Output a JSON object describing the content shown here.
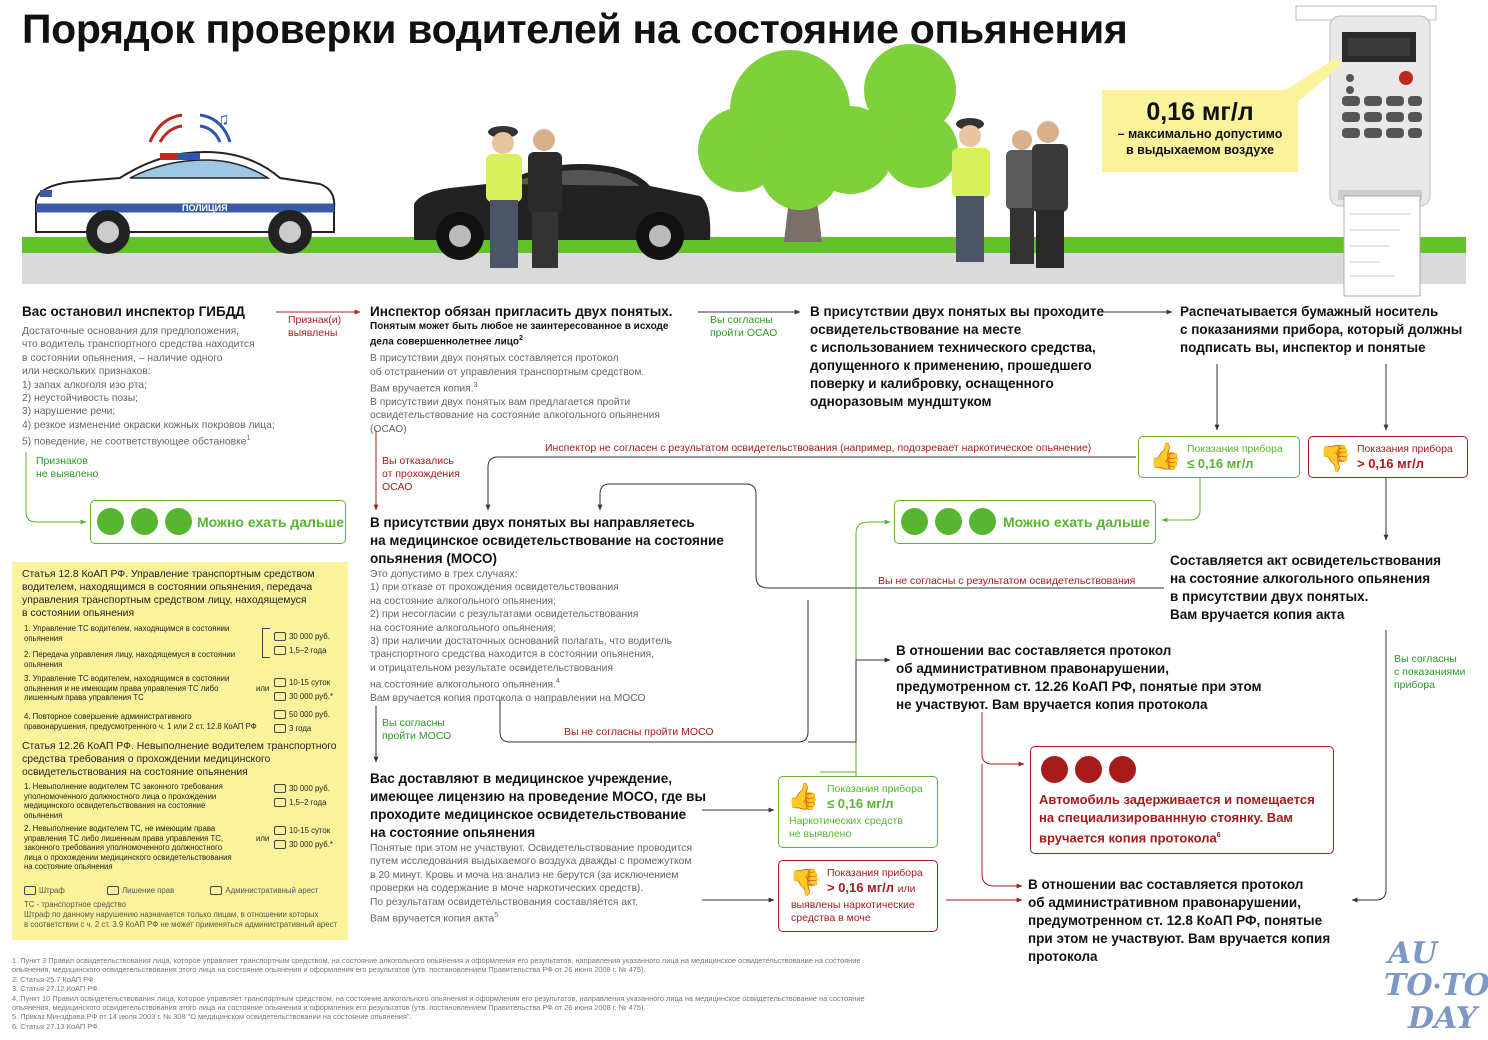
{
  "title": "Порядок проверки водителей на состояние опьянения",
  "car_label": "ПОЛИЦИЯ",
  "limit": {
    "value": "0,16 мг/л",
    "line1": "– максимально допустимо",
    "line2": "в выдыхаемом воздухе"
  },
  "steps": {
    "s1": {
      "header": "Вас остановил инспектор ГИБДД",
      "body": [
        "Достаточные основания для предположения,",
        "что водитель транспортного средства находится",
        "в состоянии опьянения, – наличие одного",
        "или нескольких признаков:",
        "1) запах алкоголя изо рта;",
        "2) неустойчивость позы;",
        "3) нарушение речи;",
        "4) резкое изменение окраски кожных покровов лица;",
        "5) поведение, не соответствующее обстановке"
      ],
      "sup": "1"
    },
    "s2": {
      "header": "Инспектор обязан пригласить двух понятых.",
      "sub1": "Понятым может быть любое не заинтересованное в исходе",
      "sub2": "дела совершеннолетнее лицо",
      "sub_sup": "2",
      "body": [
        "В присутствии двух понятых составляется протокол",
        "об отстранении от управления транспортным средством.",
        "Вам вручается копия."
      ],
      "body_sup": "3",
      "body2": [
        "В присутствии двух понятых вам предлагается пройти",
        "освидетельствование на состояние алкогольного опьянения",
        "(ОСАО)"
      ]
    },
    "s3": {
      "lines": [
        "В присутствии двух понятых вы проходите",
        "освидетельствование на месте",
        "с использованием технического средства,",
        "допущенного к применению, прошедшего",
        "поверку и калибровку, оснащенного",
        "одноразовым мундштуком"
      ]
    },
    "s4": {
      "lines": [
        "Распечатывается бумажный носитель",
        "с показаниями прибора, который должны",
        "подписать вы, инспектор и понятые"
      ]
    },
    "moso": {
      "header": [
        "В присутствии двух понятых вы направляетесь",
        "на медицинское освидетельствование на состояние",
        "опьянения (МОСО)"
      ],
      "body": [
        "Это допустимо в трех случаях:",
        "1) при отказе от прохождения освидетельствования",
        "на состояние алкогольного опьянения;",
        "2) при несогласии с результатами освидетельствования",
        "на состояние алкогольного опьянения;",
        "3) при наличии достаточных оснований полагать, что водитель",
        "транспортного средства находится в состоянии опьянения,",
        "и отрицательном результате освидетельствования",
        "на состояние алкогольного опьянения."
      ],
      "sup": "4",
      "last": "Вам вручается копия протокола о направлении на МОСО"
    },
    "med": {
      "header": [
        "Вас доставляют в медицинское учреждение,",
        "имеющее лицензию на проведение МОСО, где вы",
        "проходите медицинское освидетельствование",
        "на состояние опьянения"
      ],
      "body": [
        "Понятые при этом не участвуют. Освидетельствование проводится",
        "путем исследования выдыхаемого воздуха дважды с промежутком",
        "в 20 минут. Кровь и моча на анализ не берутся (за исключением",
        "проверки на содержание в моче наркотических средств).",
        "По результатам освидетельствования составляется акт.",
        "Вам вручается копия акта"
      ],
      "sup": "5"
    },
    "act": {
      "lines": [
        "Составляется акт освидетельствования",
        "на состояние алкогольного опьянения",
        "в присутствии двух понятых.",
        "Вам вручается копия акта"
      ]
    },
    "p1226": {
      "lines": [
        "В отношении вас составляется протокол",
        "об административном правонарушении,",
        "предумотренном ст. 12.26 КоАП РФ, понятые при этом",
        "не участвуют. Вам вручается копия протокола"
      ]
    },
    "p128": {
      "lines": [
        "В отношении вас составляется протокол",
        "об административном правонарушении,",
        "предумотренном ст. 12.8 КоАП РФ, понятые",
        "при этом не участвуют. Вам вручается копия",
        "протокола"
      ]
    },
    "detain": {
      "lines": [
        "Автомобиль задерживается и помещается",
        "на специализированнную стоянку. Вам",
        "вручается копия протокола"
      ],
      "sup": "6"
    }
  },
  "labels": {
    "signs_found": [
      "Признак(и)",
      "выявлены"
    ],
    "signs_none": [
      "Признаков",
      "не выявлено"
    ],
    "agree_osao": [
      "Вы согласны",
      "пройти ОСАО"
    ],
    "refuse_osao": [
      "Вы отказались",
      "от прохождения",
      "ОСАО"
    ],
    "agree_moso": [
      "Вы согласны",
      "пройти МОСО"
    ],
    "refuse_moso": "Вы не согласны пройти МОСО",
    "inspector_disagree": "Инспектор не согласен с результатом освидетельствования (например, подозревает наркотическое опьянение)",
    "you_disagree": "Вы не согласны с результатом освидетельствования",
    "agree_device": [
      "Вы согласны",
      "с показаниями",
      "прибора"
    ]
  },
  "go_text": "Можно ехать дальше",
  "device": {
    "ok_title": "Показания прибора",
    "ok_value": "≤ 0,16 мг/л",
    "bad_title": "Показания прибора",
    "bad_value": "> 0,16 мг/л",
    "med_ok_note": [
      "Наркотических средств",
      "не выявлено"
    ],
    "med_bad_or": "или",
    "med_bad_note": [
      "выявлены наркотические",
      "средства в моче"
    ]
  },
  "law": {
    "a128_title": [
      "Статья 12.8 КоАП РФ. Управление транспортным средством",
      "водителем, находящимся в состоянии опьянения, передача",
      "управления транспортным средством лицу, находящемуся",
      "в состоянии опьянения"
    ],
    "a128_items": [
      {
        "text": [
          "1. Управление ТС водителем, находящимся в состоянии",
          "опьянения"
        ],
        "pen": [
          "30 000 руб.",
          "1,5–2 года"
        ]
      },
      {
        "text": [
          "2. Передача управления лицу, находящемуся в состоянии",
          "опьянения"
        ],
        "pen": []
      },
      {
        "text": [
          "3. Управление ТС водителем, находящимся в состоянии",
          "опьянения и не имеющим права управления ТС либо",
          "лишенным права управления ТС"
        ],
        "or": "или",
        "pen": [
          "10-15 суток",
          "30 000 руб.*"
        ]
      },
      {
        "text": [
          "4. Повторное совершение административного",
          "правонарушения, предусмотренного ч. 1 или 2 ст. 12.8 КоАП РФ"
        ],
        "pen": [
          "50 000 руб.",
          "3 года"
        ]
      }
    ],
    "a1226_title": [
      "Статья 12.26 КоАП РФ. Невыполнение водителем транспортного",
      "средства требования о прохождении медицинского",
      "освидетельствования на состояние опьянения"
    ],
    "a1226_items": [
      {
        "text": [
          "1. Невыполнение водителем ТС законного требования",
          "уполномоченного должностного лица о прохождении",
          "медицинского освидетельствования на состояние",
          "опьянения"
        ],
        "pen": [
          "30 000 руб.",
          "1,5–2 года"
        ]
      },
      {
        "text": [
          "2. Невыполнение водителем ТС, не имеющим права",
          "управления ТС либо лишенным права управления ТС,",
          "законного требования уполномоченного должностного",
          "лица о прохождении медицинского освидетельствования",
          "на состояние опьянения"
        ],
        "or": "или",
        "pen": [
          "10-15 суток",
          "30 000 руб.*"
        ]
      }
    ],
    "legend": [
      "Штраф",
      "Лишение прав",
      "Административный арест"
    ],
    "legend_tc": "ТС - транспортное средство",
    "note": [
      "Штраф по данному нарушению назначается только лицам, в отношении которых",
      "в соответствии с ч. 2 ст. 3.9 КоАП РФ не может применяться административный арест"
    ]
  },
  "footnotes": [
    "1. Пункт 3 Правил освидетельствования лица, которое управляет транспортным средством, на состояние алкогольного опьянения и оформления его результатов, направления указанного лица на медицинское освидетельствование на состояние",
    "опьянения, медицинского освидетельствования этого лица на состояние опьянения и оформления его результатов (утв. постановлением Правительства РФ от 26 июня 2008 г. № 475).",
    "2. Статья 25.7 КоАП РФ.",
    "3. Статья 27.12 КоАП РФ.",
    "4. Пункт 10 Правил освидетельствования лица, которое управляет транспортным средством, на состояние алкогольного опьянения и оформления его результатов, направления указанного лица на медицинское освидетельствование на состояние",
    "опьянения, медицинского освидетельствования этого лица на состояние опьянения и оформления его результатов (утв. постановлением Правительства РФ от 26 июня 2008 г. № 475).",
    "5. Приказ Минздрава РФ от 14 июля 2003 г. № 308 \"О медицинском освидетельствовании на состояние опьянения\".",
    "6. Статья 27.13 КоАП РФ."
  ],
  "logo": [
    "AU",
    "TO",
    "TO",
    "DAY"
  ],
  "colors": {
    "green": "#57b531",
    "red": "#a81b1b",
    "yellow": "#fbf39c"
  }
}
